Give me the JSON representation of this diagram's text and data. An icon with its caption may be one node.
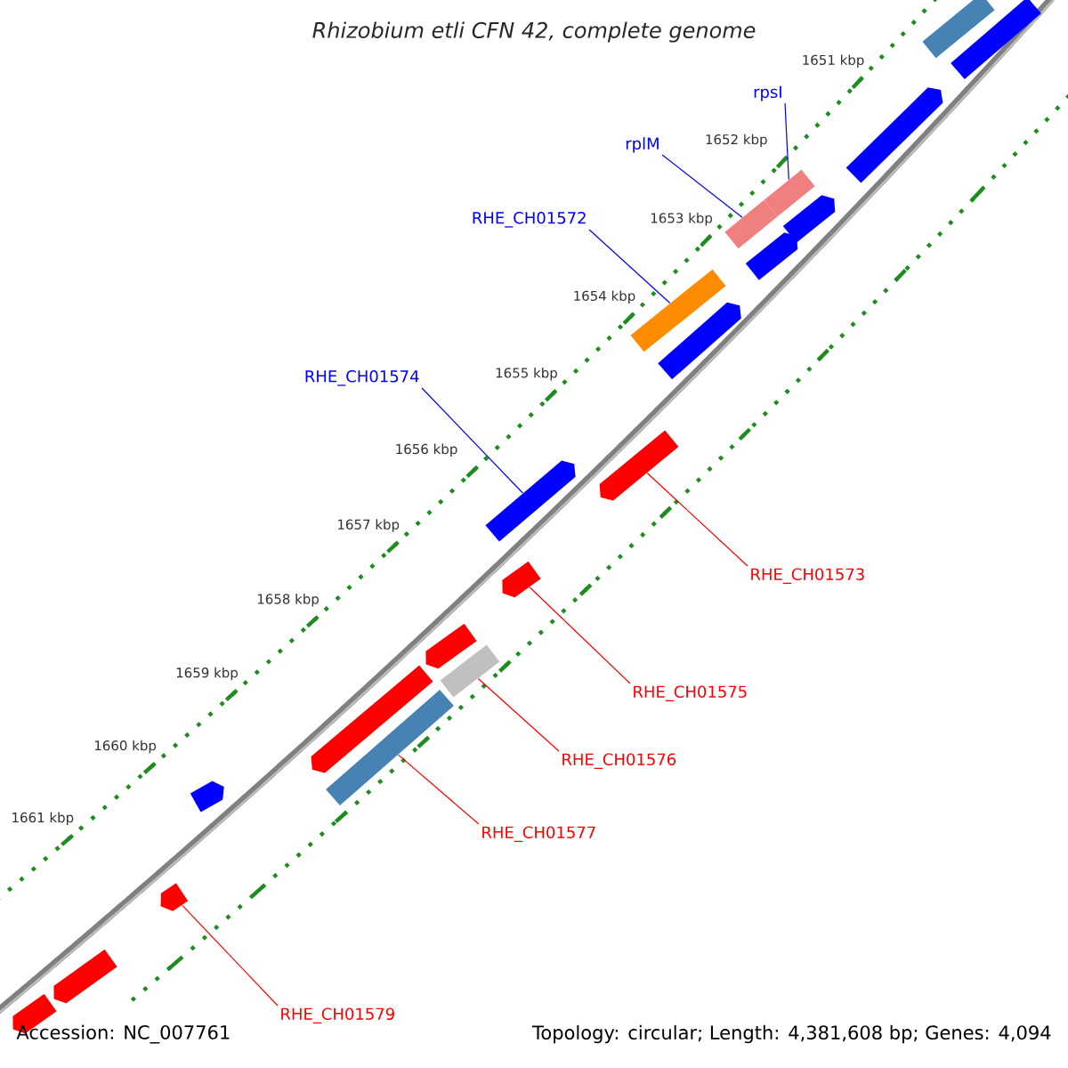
{
  "diagram": {
    "title": "Rhizobium etli CFN 42, complete genome",
    "nodes": [
      {
        "text": [
          "rpsI"
        ]
      },
      {
        "text": [
          "rplM"
        ]
      },
      {
        "text": [
          "RHE_CH01572"
        ]
      },
      {
        "text": [
          "RHE_CH01574"
        ]
      },
      {
        "text": [
          "RHE_CH01573"
        ]
      },
      {
        "text": [
          "RHE_CH01575"
        ]
      },
      {
        "text": [
          "RHE_CH01576"
        ]
      },
      {
        "text": [
          "RHE_CH01577"
        ]
      },
      {
        "text": [
          "RHE_CH01579"
        ]
      },
      {
        "text": [],
        "shape": "bar"
      },
      {
        "text": [],
        "shape": "bar"
      },
      {
        "text": [],
        "shape": "pentagon"
      },
      {
        "text": [],
        "shape": "bar"
      },
      {
        "text": [],
        "shape": "bar"
      },
      {
        "text": [],
        "shape": "pentagon"
      },
      {
        "text": [],
        "shape": "pentagon"
      },
      {
        "text": [],
        "shape": "bar"
      },
      {
        "text": [],
        "shape": "pentagon"
      },
      {
        "text": [],
        "shape": "pentagon"
      },
      {
        "text": [],
        "shape": "pentagon"
      },
      {
        "text": [],
        "shape": "pentagon"
      },
      {
        "text": [],
        "shape": "pentagon"
      },
      {
        "text": [],
        "shape": "bar"
      },
      {
        "text": [],
        "shape": "pentagon"
      },
      {
        "text": [],
        "shape": "bar"
      },
      {
        "text": [],
        "shape": "pentagon"
      },
      {
        "text": [],
        "shape": "pentagon"
      },
      {
        "text": [],
        "shape": "pentagon"
      },
      {
        "text": [],
        "shape": "pentagon"
      }
    ],
    "edges": [
      {
        "from": 0,
        "to": 12,
        "arrow": "none",
        "color": "#0000ff"
      },
      {
        "from": 1,
        "to": 13,
        "arrow": "none",
        "color": "#0000ff"
      },
      {
        "from": 2,
        "to": 16,
        "arrow": "none",
        "color": "#0000ff"
      },
      {
        "from": 3,
        "to": 19,
        "arrow": "none",
        "color": "#0000ff"
      },
      {
        "from": 4,
        "to": 18,
        "arrow": "none"
      },
      {
        "from": 5,
        "to": 20,
        "arrow": "none"
      },
      {
        "from": 6,
        "to": 22,
        "arrow": "none"
      },
      {
        "from": 7,
        "to": 24,
        "arrow": "none"
      },
      {
        "from": 8,
        "to": 26,
        "arrow": "none"
      }
    ],
    "labels": [
      "1651 kbp",
      "1652 kbp",
      "1653 kbp",
      "1654 kbp",
      "1655 kbp",
      "1656 kbp",
      "1657 kbp",
      "1658 kbp",
      "1659 kbp",
      "1660 kbp",
      "1661 kbp",
      "Accession: NC_007761",
      "Topology: circular; Length: 4,381,608 bp; Genes: 4,094"
    ]
  }
}
